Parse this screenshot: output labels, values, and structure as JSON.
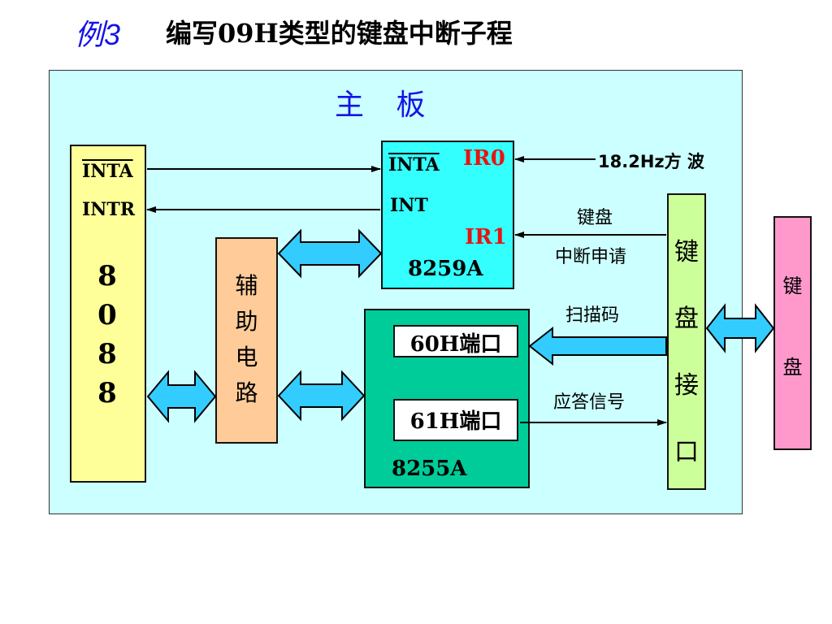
{
  "title": {
    "example": "例3",
    "text": "编写09H类型的键盘中断子程"
  },
  "board_label": "主 板",
  "cpu": {
    "inta": "INTA",
    "intr": "INTR",
    "digits": [
      "8",
      "0",
      "8",
      "8"
    ]
  },
  "aux_chars": [
    "辅",
    "助",
    "电",
    "路"
  ],
  "pic": {
    "inta": "INTA",
    "int": "INT",
    "ir0": "IR0",
    "ir1": "IR1",
    "name": "8259A"
  },
  "ppi": {
    "port60": "60H端口",
    "port61": "61H端口",
    "name": "8255A"
  },
  "kbif_chars": [
    "键",
    "盘",
    "接",
    "口"
  ],
  "kbd_chars": [
    "键",
    "盘"
  ],
  "signals": {
    "timer": "18.2Hz方 波",
    "kb_req_line1": "键盘",
    "kb_req_line2": "中断申请",
    "scan_code": "扫描码",
    "ack": "应答信号"
  },
  "colors": {
    "board": "#ccffff",
    "cpu": "#ffff99",
    "aux": "#ffcc99",
    "pic": "#33ffff",
    "ppi": "#00cc99",
    "kbif": "#ccff99",
    "kbd": "#ff99cc",
    "bus_arrow": "#33ccff",
    "title_blue": "#1414e6",
    "ir_red": "#e61414"
  }
}
